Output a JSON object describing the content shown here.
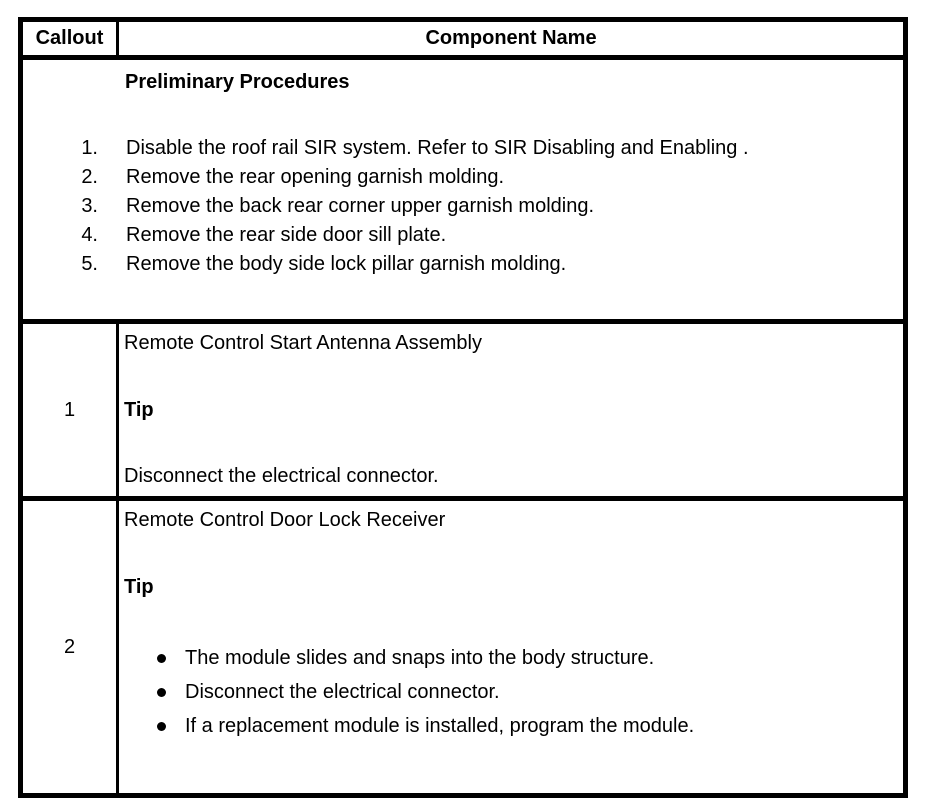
{
  "colors": {
    "border": "#000000",
    "text": "#000000",
    "background": "#ffffff"
  },
  "table": {
    "headers": {
      "callout": "Callout",
      "component": "Component Name"
    },
    "preliminary": {
      "title": "Preliminary Procedures",
      "steps": [
        {
          "num": "1.",
          "text": "Disable the roof rail SIR system. Refer to SIR Disabling and Enabling ."
        },
        {
          "num": "2.",
          "text": "Remove the rear opening garnish molding."
        },
        {
          "num": "3.",
          "text": "Remove the back rear corner upper garnish molding."
        },
        {
          "num": "4.",
          "text": "Remove the rear side door sill plate."
        },
        {
          "num": "5.",
          "text": "Remove the body side lock pillar garnish molding."
        }
      ]
    },
    "rows": [
      {
        "callout": "1",
        "component": "Remote Control Start Antenna Assembly",
        "tip_label": "Tip",
        "tip_text": "Disconnect the electrical connector."
      },
      {
        "callout": "2",
        "component": "Remote Control Door Lock Receiver",
        "tip_label": "Tip",
        "bullets": [
          "The module slides and snaps into the body structure.",
          "Disconnect the electrical connector.",
          "If a replacement module is installed, program the module."
        ]
      }
    ]
  }
}
